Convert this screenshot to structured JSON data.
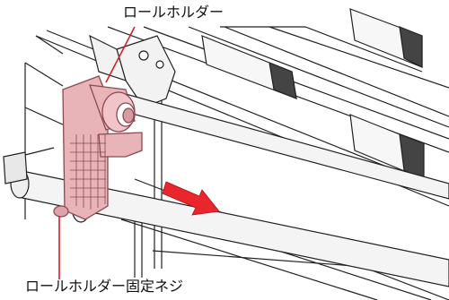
{
  "callouts": {
    "roll_holder": "ロールホルダー",
    "roll_holder_fixing_screw": "ロールホルダー固定ネジ"
  },
  "colors": {
    "holder_fill": "#e8b4b8",
    "holder_stroke": "#8a4a52",
    "arrow": "#e8262b",
    "callout_line": "#d0202a",
    "line_art": "#222222"
  },
  "icons": {
    "direction_arrow": "red-right-arrow"
  }
}
